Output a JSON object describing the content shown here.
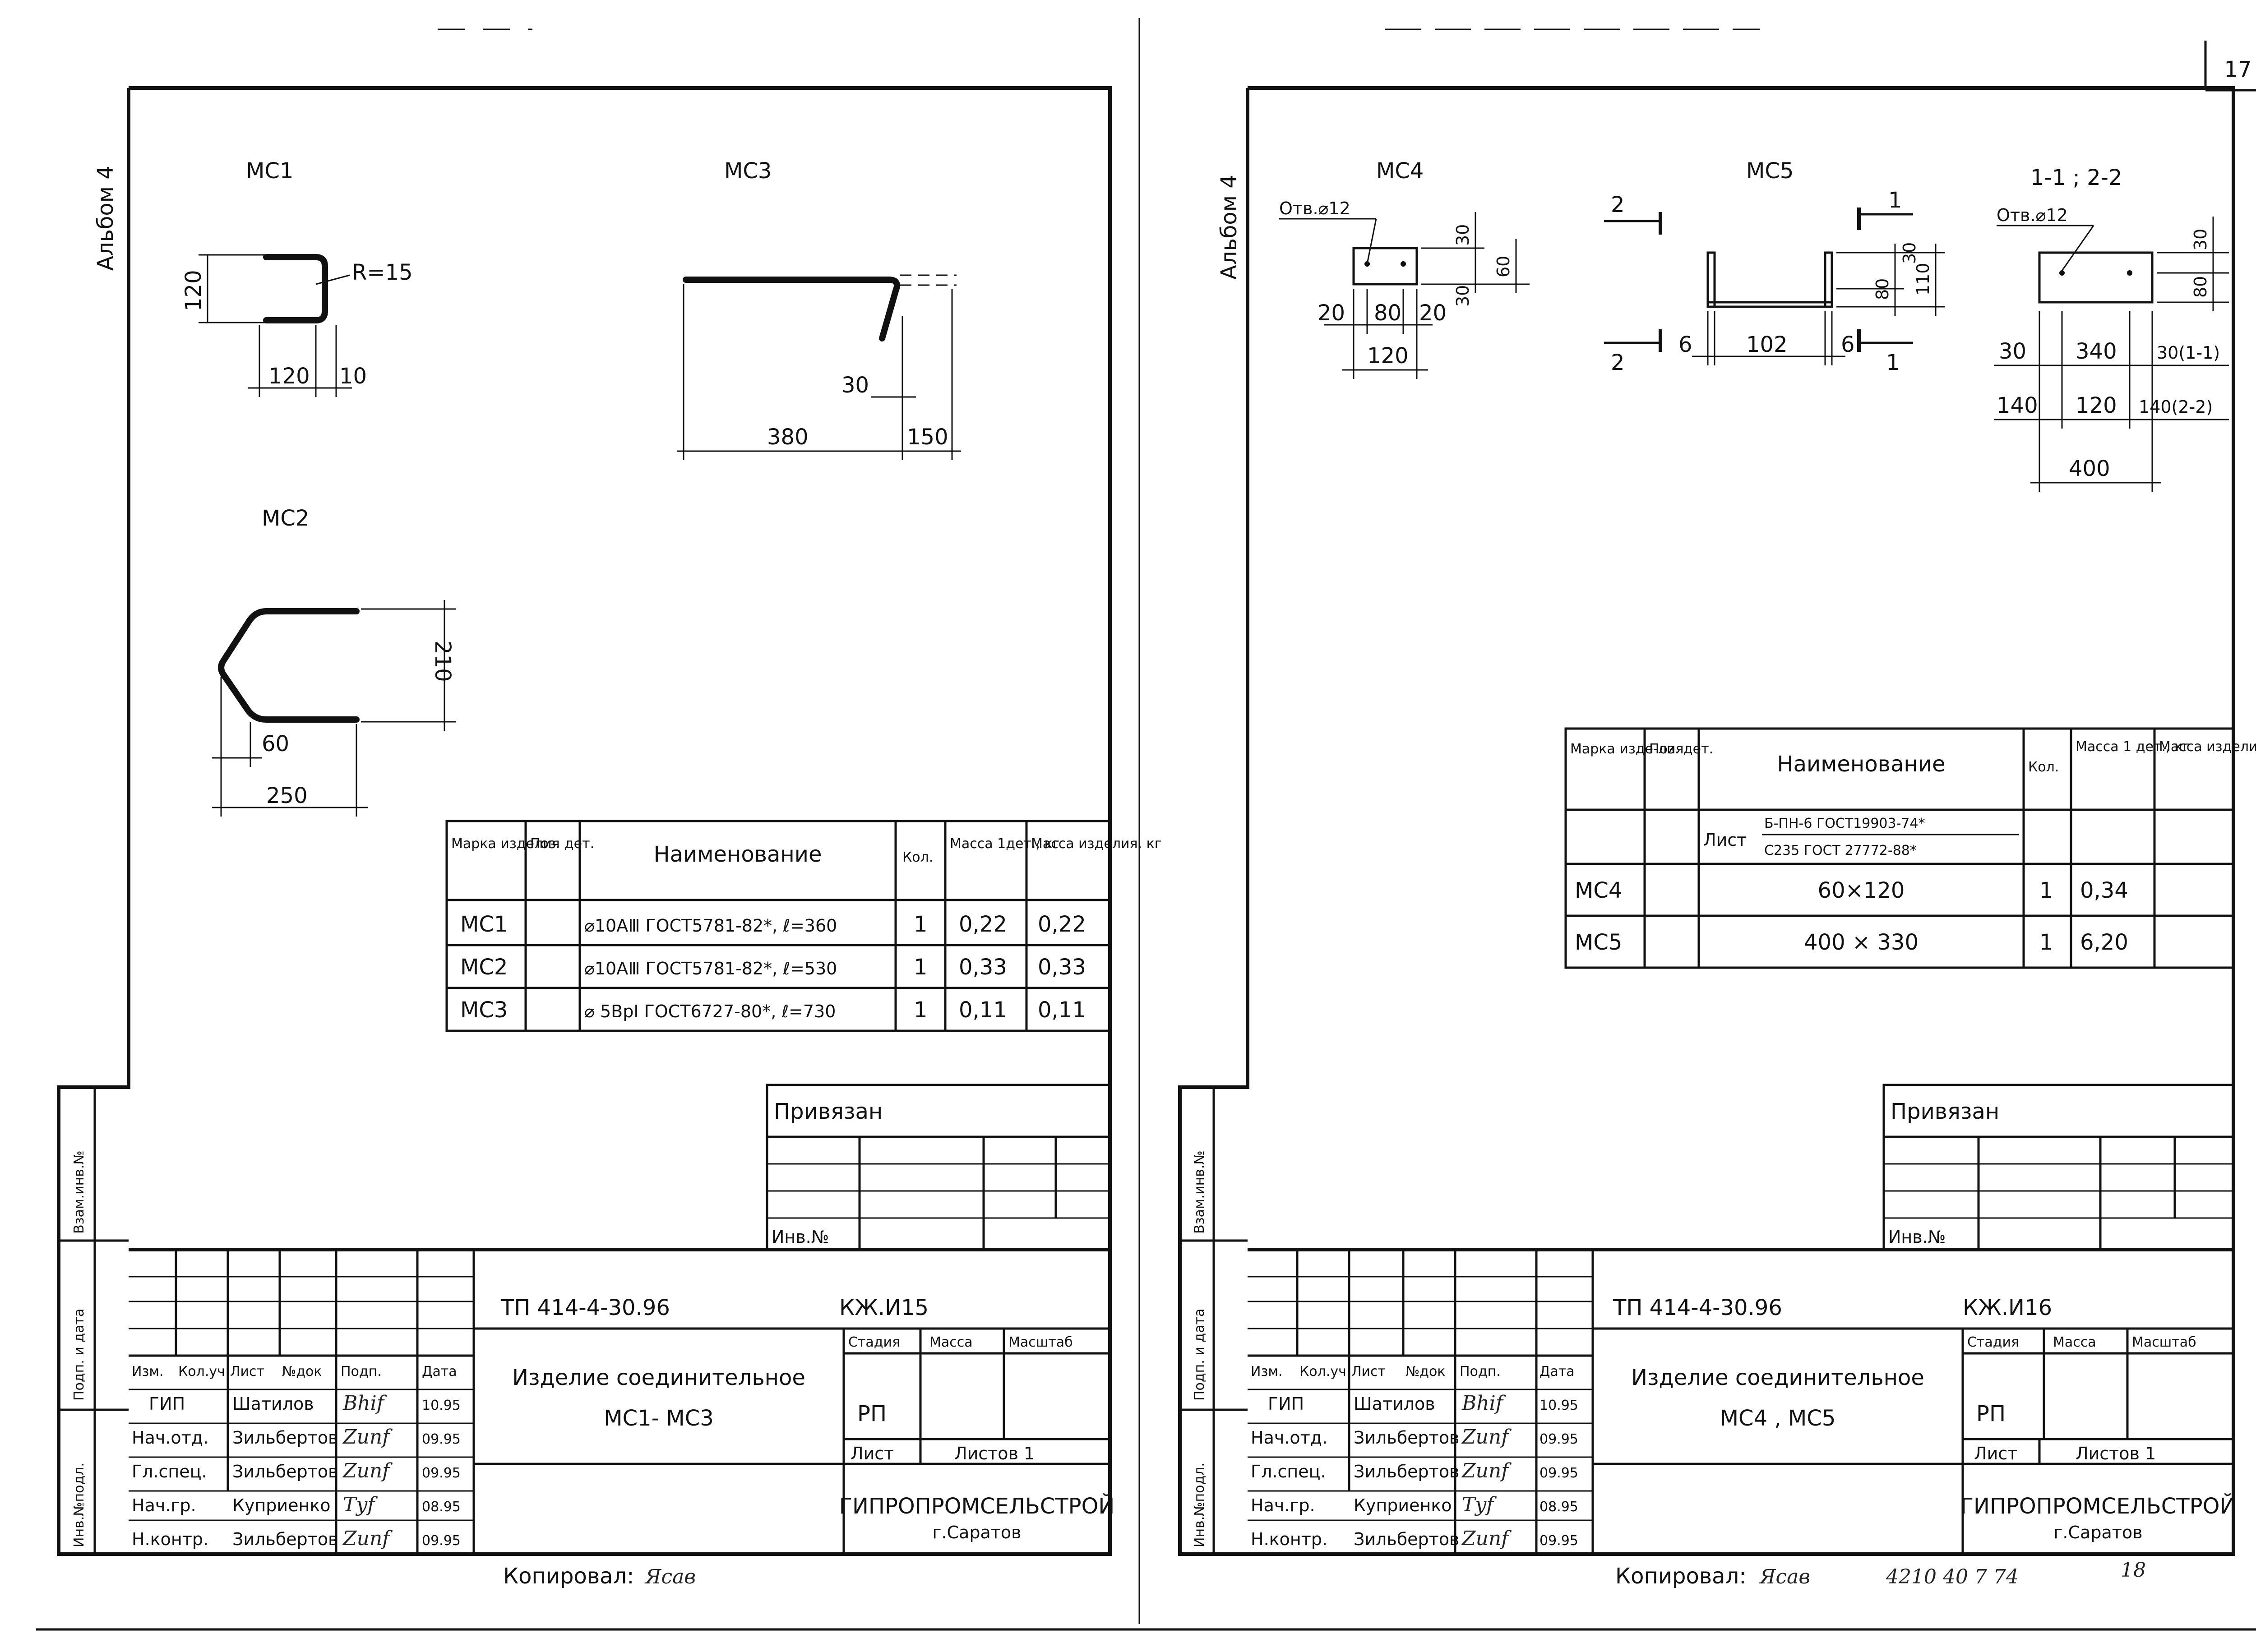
{
  "page_number": "17",
  "left": {
    "album": "Альбом 4",
    "mc1": {
      "label": "МС1",
      "dim_height": "120",
      "dim_radius": "R=15",
      "dim_width": "120",
      "dim_gap": "10"
    },
    "mc2": {
      "label": "МС2",
      "dim_height": "210",
      "dim_inner": "60",
      "dim_total": "250"
    },
    "mc3": {
      "label": "МС3",
      "dim_hook": "30",
      "dim_length": "380",
      "dim_end": "150"
    },
    "spec": {
      "headers": [
        "Марка изделия",
        "Поз. дет.",
        "Наименование",
        "Кол.",
        "Масса 1дет., кг",
        "Масса изделия, кг"
      ],
      "rows": [
        [
          "МС1",
          "",
          "⌀10АⅢ ГОСТ5781-82*, ℓ=360",
          "1",
          "0,22",
          "0,22"
        ],
        [
          "МС2",
          "",
          "⌀10АⅢ ГОСТ5781-82*, ℓ=530",
          "1",
          "0,33",
          "0,33"
        ],
        [
          "МС3",
          "",
          "⌀ 5ВрⅠ ГОСТ6727-80*, ℓ=730",
          "1",
          "0,11",
          "0,11"
        ]
      ]
    },
    "privyazan": "Привязан",
    "inv_no": "Инв.№",
    "side_labels": [
      "Инв.№подл.",
      "Подп. и дата",
      "Взам.инв.№"
    ],
    "stamp": {
      "code": "ТП 414-4-30.96",
      "sheet_code": "КЖ.И15",
      "title_line1": "Изделие соединительное",
      "title_line2": "МС1- МС3",
      "col_headers": [
        "Изм.",
        "Кол.уч",
        "Лист",
        "№док",
        "Подп.",
        "Дата"
      ],
      "rows": [
        [
          "ГИП",
          "Шатилов",
          "10.95"
        ],
        [
          "Нач.отд.",
          "Зильбертов",
          "09.95"
        ],
        [
          "Гл.спец.",
          "Зильбертов",
          "09.95"
        ],
        [
          "Нач.гр.",
          "Куприенко",
          "08.95"
        ],
        [
          "Н.контр.",
          "Зильбертов",
          "09.95"
        ]
      ],
      "signatures": [
        "Bhif",
        "Zunf",
        "Zunf",
        "Tyf",
        "Zunf"
      ],
      "stadia": "Стадия",
      "massa": "Масса",
      "masshtab": "Масштаб",
      "stage_value": "РП",
      "list": "Лист",
      "listov": "Листов 1",
      "org": "ГИПРОПРОМСЕЛЬСТРОЙ",
      "city": "г.Саратов"
    },
    "copied": "Копировал:",
    "copied_sign": "Ясав"
  },
  "right": {
    "album": "Альбом 4",
    "mc4": {
      "label": "МС4",
      "hole": "Отв.⌀12",
      "dim_30a": "30",
      "dim_60": "60",
      "dim_30b": "30",
      "dim_20a": "20",
      "dim_80": "80",
      "dim_20b": "20",
      "dim_120": "120"
    },
    "mc5": {
      "label": "МС5",
      "cut2": "2",
      "cut1": "1",
      "dim_6a": "6",
      "dim_102": "102",
      "dim_6b": "6",
      "dim_80": "80",
      "dim_30": "30",
      "dim_110": "110"
    },
    "section": {
      "label": "1-1 ; 2-2",
      "hole": "Отв.⌀12",
      "dim_30v": "30",
      "dim_80v": "80",
      "row1": [
        "30",
        "340",
        "30(1-1)"
      ],
      "row2": [
        "140",
        "120",
        "140(2-2)"
      ],
      "dim_400": "400"
    },
    "spec": {
      "headers": [
        "Марка изде-лия",
        "Поз. дет.",
        "Наименование",
        "Кол.",
        "Масса 1 дет., кг",
        "Масса изделия, кг"
      ],
      "sheet_prefix": "Лист",
      "sheet_top": "Б-ПН-6 ГОСТ19903-74*",
      "sheet_bottom": "С235 ГОСТ 27772-88*",
      "rows": [
        [
          "МС4",
          "",
          "60×120",
          "1",
          "0,34",
          ""
        ],
        [
          "МС5",
          "",
          "400 × 330",
          "1",
          "6,20",
          ""
        ]
      ]
    },
    "privyazan": "Привязан",
    "inv_no": "Инв.№",
    "side_labels": [
      "Инв.№подл.",
      "Подп. и дата",
      "Взам.инв.№"
    ],
    "stamp": {
      "code": "ТП 414-4-30.96",
      "sheet_code": "КЖ.И16",
      "title_line1": "Изделие соединительное",
      "title_line2": "МС4 , МС5",
      "col_headers": [
        "Изм.",
        "Кол.уч",
        "Лист",
        "№док",
        "Подп.",
        "Дата"
      ],
      "rows": [
        [
          "ГИП",
          "Шатилов",
          "10.95"
        ],
        [
          "Нач.отд.",
          "Зильбертов",
          "09.95"
        ],
        [
          "Гл.спец.",
          "Зильбертов",
          "09.95"
        ],
        [
          "Нач.гр.",
          "Куприенко",
          "08.95"
        ],
        [
          "Н.контр.",
          "Зильбертов",
          "09.95"
        ]
      ],
      "signatures": [
        "Bhif",
        "Zunf",
        "Zunf",
        "Tyf",
        "Zunf"
      ],
      "stadia": "Стадия",
      "massa": "Масса",
      "masshtab": "Масштаб",
      "stage_value": "РП",
      "list": "Лист",
      "listov": "Листов 1",
      "org": "ГИПРОПРОМСЕЛЬСТРОЙ",
      "city": "г.Саратов"
    },
    "copied": "Копировал:",
    "copied_sign": "Ясав",
    "stamp_number": "4210 40 7 74",
    "stamp_mark": "18"
  }
}
